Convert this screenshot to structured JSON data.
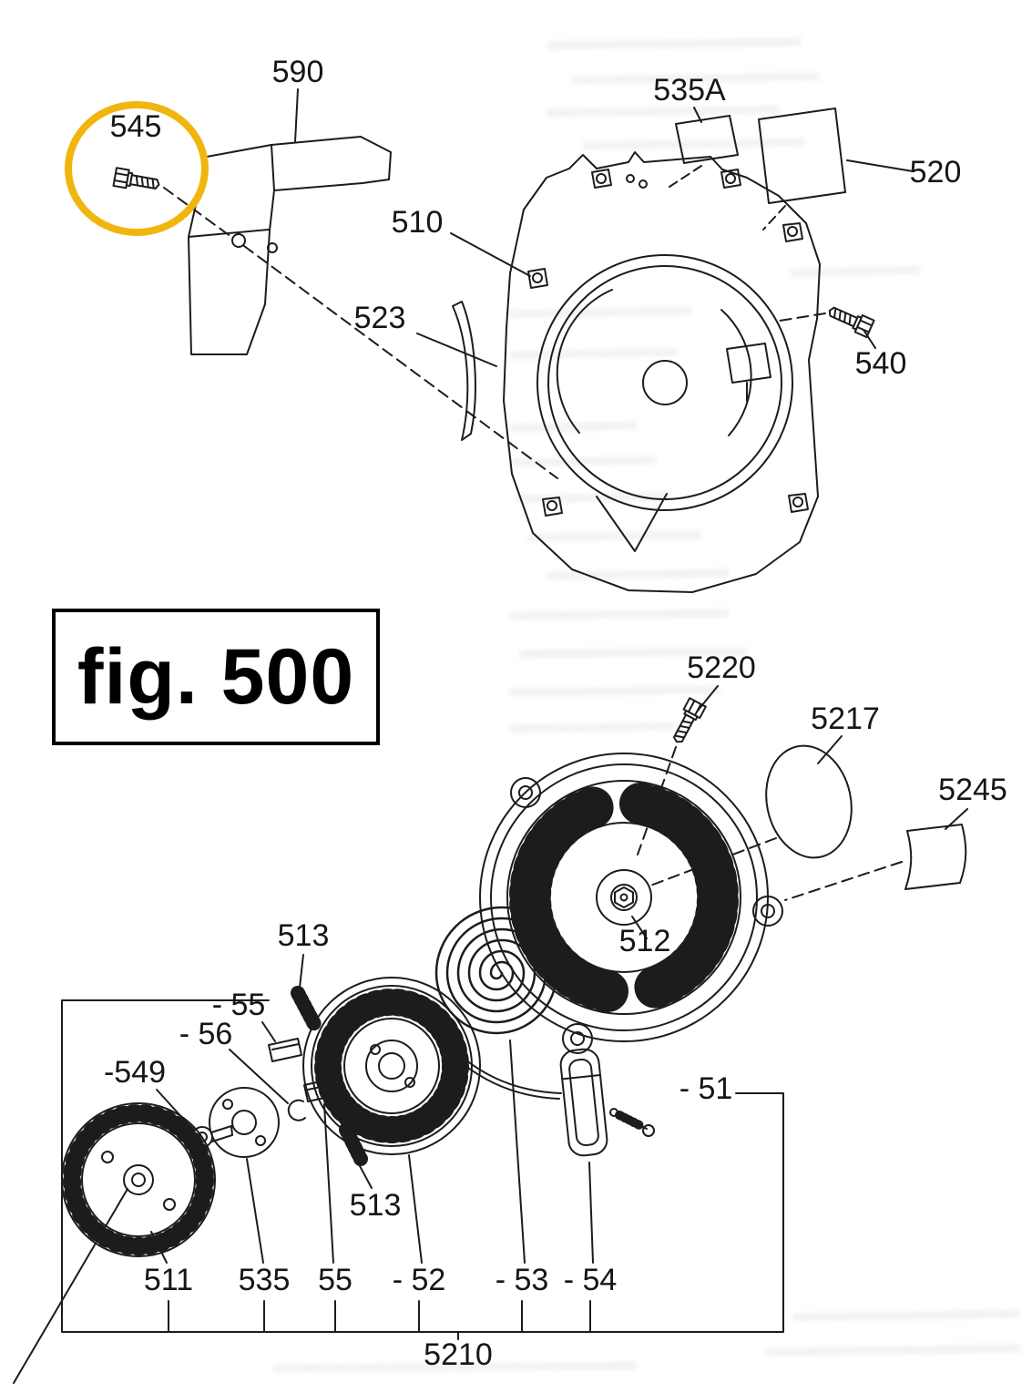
{
  "figure": {
    "label": "fig. 500"
  },
  "colors": {
    "highlight": "#f0b60e",
    "line": "#1c1c1c",
    "paper": "#ffffff"
  },
  "highlighted_part": "545",
  "parts": [
    {
      "label": "545",
      "highlighted": true
    },
    {
      "label": "590"
    },
    {
      "label": "535A"
    },
    {
      "label": "520"
    },
    {
      "label": "510"
    },
    {
      "label": "523"
    },
    {
      "label": "540"
    },
    {
      "label": "5220"
    },
    {
      "label": "5217"
    },
    {
      "label": "5245"
    },
    {
      "label": "513"
    },
    {
      "label": "- 55"
    },
    {
      "label": "- 56"
    },
    {
      "label": "-549"
    },
    {
      "label": "512"
    },
    {
      "label": "- 51"
    },
    {
      "label": "513"
    },
    {
      "label": "511"
    },
    {
      "label": "535"
    },
    {
      "label": "55"
    },
    {
      "label": "- 52"
    },
    {
      "label": "- 53"
    },
    {
      "label": "- 54"
    },
    {
      "label": "5210"
    }
  ]
}
